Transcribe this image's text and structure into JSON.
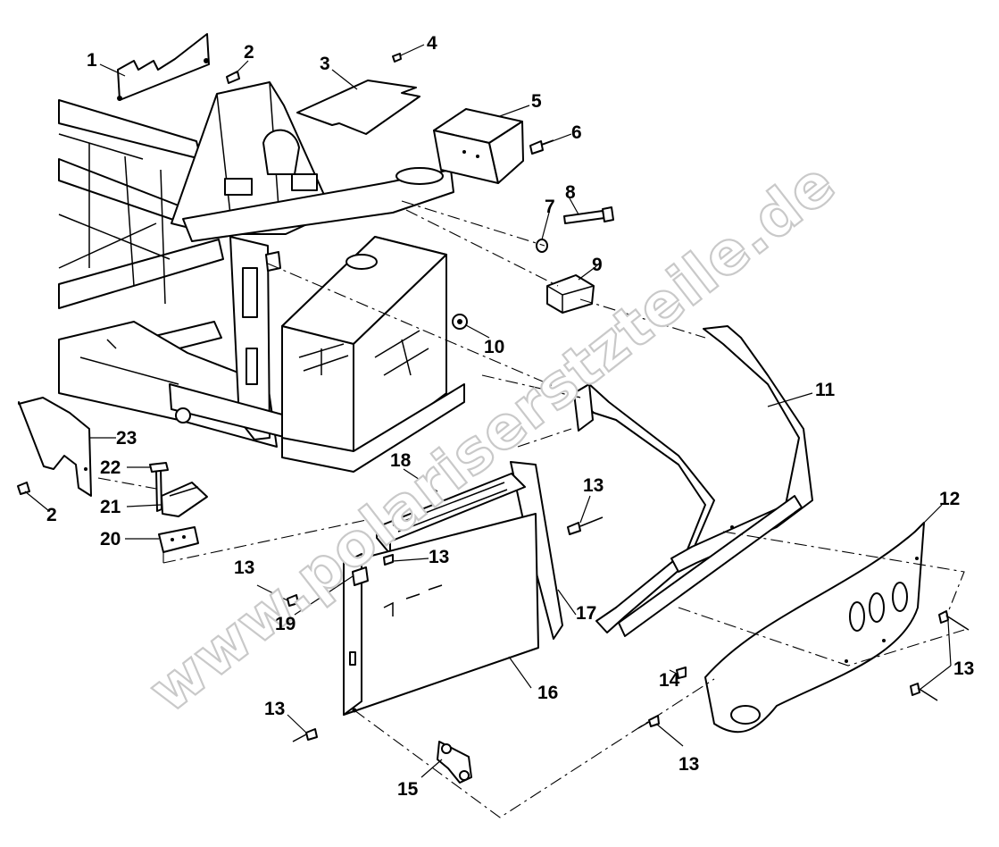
{
  "watermark": "www.polariserstzteile.de",
  "callouts": [
    {
      "id": "c1",
      "label": "1"
    },
    {
      "id": "c2a",
      "label": "2"
    },
    {
      "id": "c3",
      "label": "3"
    },
    {
      "id": "c4",
      "label": "4"
    },
    {
      "id": "c5",
      "label": "5"
    },
    {
      "id": "c6",
      "label": "6"
    },
    {
      "id": "c7",
      "label": "7"
    },
    {
      "id": "c8",
      "label": "8"
    },
    {
      "id": "c9",
      "label": "9"
    },
    {
      "id": "c10",
      "label": "10"
    },
    {
      "id": "c11",
      "label": "11"
    },
    {
      "id": "c12",
      "label": "12"
    },
    {
      "id": "c13a",
      "label": "13"
    },
    {
      "id": "c13b",
      "label": "13"
    },
    {
      "id": "c13c",
      "label": "13"
    },
    {
      "id": "c13d",
      "label": "13"
    },
    {
      "id": "c13e",
      "label": "13"
    },
    {
      "id": "c13f",
      "label": "13"
    },
    {
      "id": "c14",
      "label": "14"
    },
    {
      "id": "c15",
      "label": "15"
    },
    {
      "id": "c16",
      "label": "16"
    },
    {
      "id": "c17",
      "label": "17"
    },
    {
      "id": "c18",
      "label": "18"
    },
    {
      "id": "c19",
      "label": "19"
    },
    {
      "id": "c20",
      "label": "20"
    },
    {
      "id": "c21",
      "label": "21"
    },
    {
      "id": "c22",
      "label": "22"
    },
    {
      "id": "c23",
      "label": "23"
    },
    {
      "id": "c2b",
      "label": "2"
    }
  ]
}
